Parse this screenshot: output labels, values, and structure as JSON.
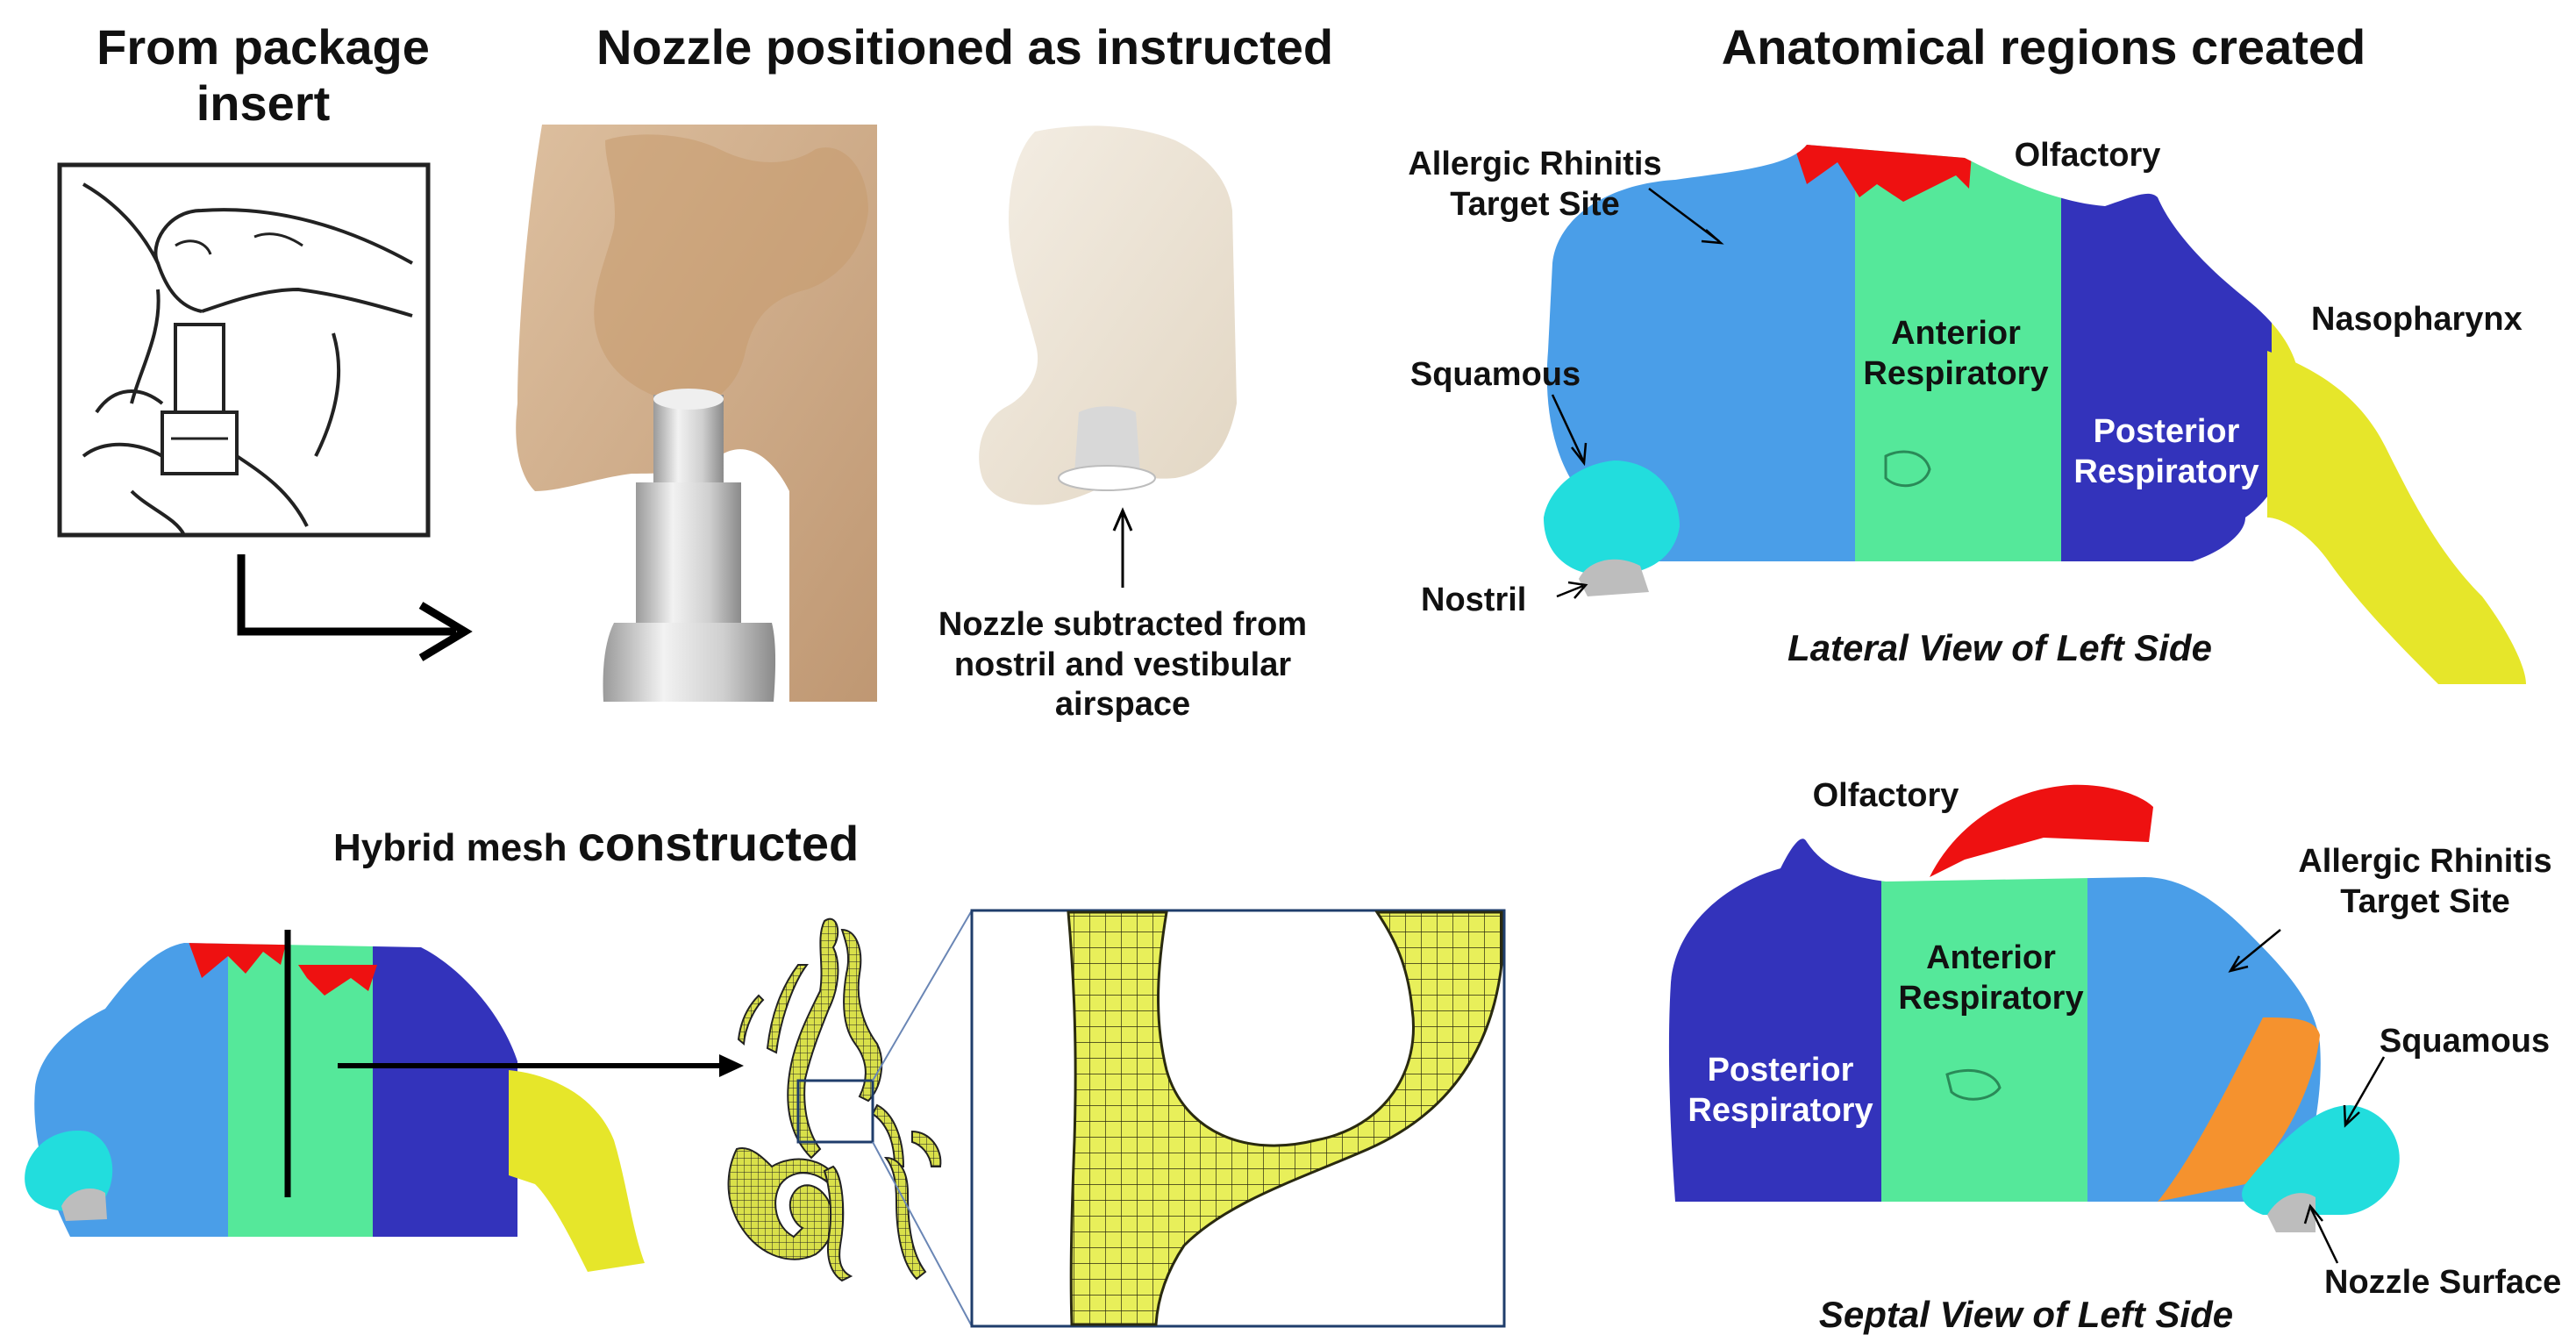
{
  "headings": {
    "package_insert": "From package\ninsert",
    "nozzle_positioned": "Nozzle positioned as instructed",
    "regions_created": "Anatomical regions created",
    "mesh_part1": "Hybrid mesh ",
    "mesh_part2": "constructed"
  },
  "nozzle_note": "Nozzle subtracted from\nnostril and vestibular\nairspace",
  "lateral": {
    "caption": "Lateral View of Left Side",
    "allergic": "Allergic Rhinitis\nTarget Site",
    "olfactory": "Olfactory",
    "squamous": "Squamous",
    "nasopharynx": "Nasopharynx",
    "nostril": "Nostril",
    "anterior": "Anterior\nRespiratory",
    "posterior": "Posterior\nRespiratory"
  },
  "septal": {
    "caption": "Septal View of Left Side",
    "olfactory": "Olfactory",
    "allergic": "Allergic Rhinitis\nTarget Site",
    "squamous": "Squamous",
    "nozzle_surface": "Nozzle Surface",
    "anterior": "Anterior\nRespiratory",
    "posterior": "Posterior\nRespiratory"
  },
  "colors": {
    "olfactory": "#ee1111",
    "allergic_target": "#4a9ee8",
    "anterior_respiratory": "#55e89a",
    "posterior_respiratory": "#3333bb",
    "nasopharynx": "#e6e62a",
    "squamous": "#22dddd",
    "squamous_orange": "#f5922e",
    "mesh_fill": "#e8ef5a",
    "skin": "#c9a27a",
    "nozzle_gray": "#c8c8c8"
  }
}
